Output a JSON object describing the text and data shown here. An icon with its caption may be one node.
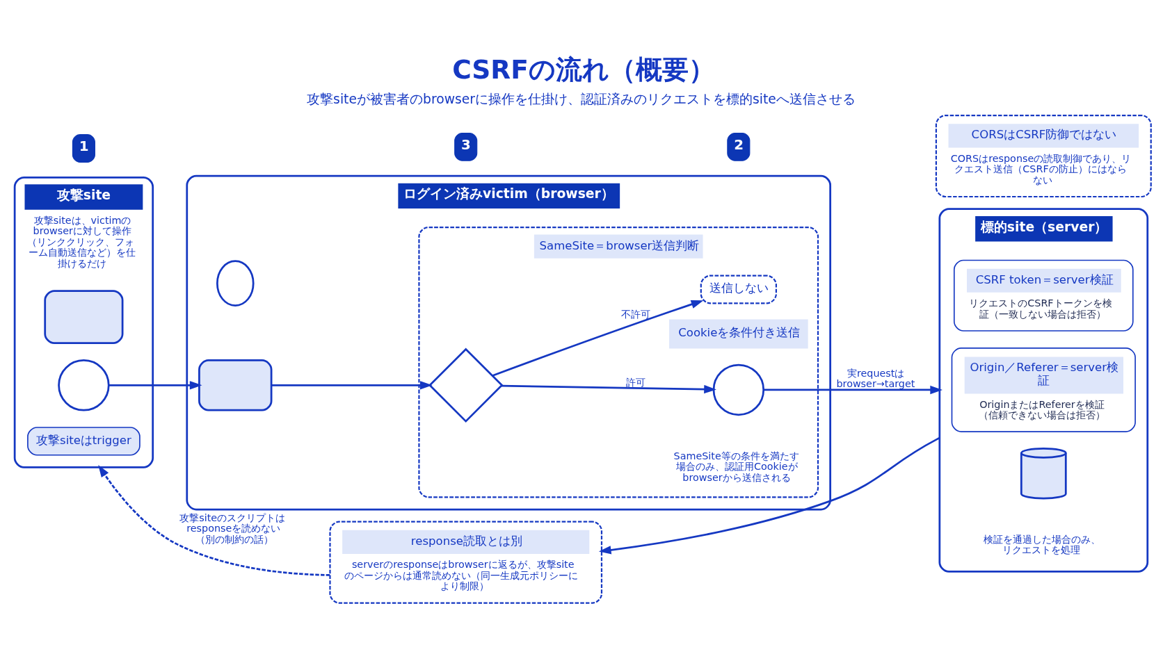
{
  "diagram": {
    "title": "CSRFの流れ（概要）",
    "caption": "攻撃siteが被害者のbrowserに操作を仕掛け、認証済みのリクエストを標的siteへ送信させる",
    "nodes": [
      {
        "text": [
          "攻撃site",
          "攻撃siteは、victimのbrowserに対して操作（リンククリック、フォーム自動送信など）を仕掛けるだけ"
        ]
      },
      {
        "text": [],
        "shape": "box",
        "in": 0
      },
      {
        "text": [],
        "shape": "circle",
        "in": 0
      },
      {
        "text": [
          "攻撃siteはtrigger"
        ],
        "in": 0
      },
      {
        "text": [
          "ログイン済みvictim（browser）"
        ]
      },
      {
        "text": [],
        "shape": "person",
        "in": 4
      },
      {
        "text": [],
        "shape": "box",
        "in": 4
      },
      {
        "text": [
          "SameSite＝browser送信判断"
        ],
        "in": 4
      },
      {
        "text": [],
        "shape": "diamond",
        "in": 7
      },
      {
        "text": [
          "送信しない"
        ],
        "in": 7
      },
      {
        "text": [
          "Cookieを条件付き送信"
        ],
        "in": 7
      },
      {
        "text": [],
        "shape": "circle",
        "in": 7,
        "beside": [
          "SameSite等の条件を満たす場合のみ、認証用Cookieがbrowserから送信される"
        ]
      },
      {
        "text": [
          "標的site（server）"
        ]
      },
      {
        "text": [
          "CSRF token＝server検証",
          "リクエストのCSRFトークンを検証（一致しない場合は拒否）"
        ],
        "in": 12
      },
      {
        "text": [
          "Origin／Referer＝server検証",
          "OriginまたはRefererを検証（信頼できない場合は拒否）"
        ],
        "in": 12
      },
      {
        "text": [],
        "shape": "cylinder",
        "in": 12,
        "beside": [
          "検証を通過した場合のみ、リクエストを処理"
        ]
      },
      {
        "text": [
          "response読取とは別",
          "serverのresponseはbrowserに返るが、攻撃siteのページからは通常読めない（同一生成元ポリシーにより制限）"
        ]
      },
      {
        "text": [
          "CORSはCSRF防御ではない",
          "CORSはresponseの読取制御であり、リクエスト送信（CSRFの防止）にはならない"
        ]
      }
    ],
    "edges": [
      {
        "from": 2,
        "to": 6,
        "arrow": "to"
      },
      {
        "from": 6,
        "to": 8,
        "arrow": "to"
      },
      {
        "from": 8,
        "to": 11,
        "arrow": "to",
        "label": "許可"
      },
      {
        "from": 8,
        "to": 9,
        "arrow": "to",
        "label": "不許可"
      },
      {
        "from": 11,
        "to": 12,
        "arrow": "to",
        "label": "実requestはbrowser→target"
      },
      {
        "from": 12,
        "to": 16,
        "arrow": "to"
      },
      {
        "from": 16,
        "to": 0,
        "arrow": "to",
        "style": "dashed",
        "label": "攻撃siteのスクリプトはresponseを読めない（別の制約の話）"
      }
    ],
    "labels": [
      "1",
      "2",
      "3"
    ]
  }
}
